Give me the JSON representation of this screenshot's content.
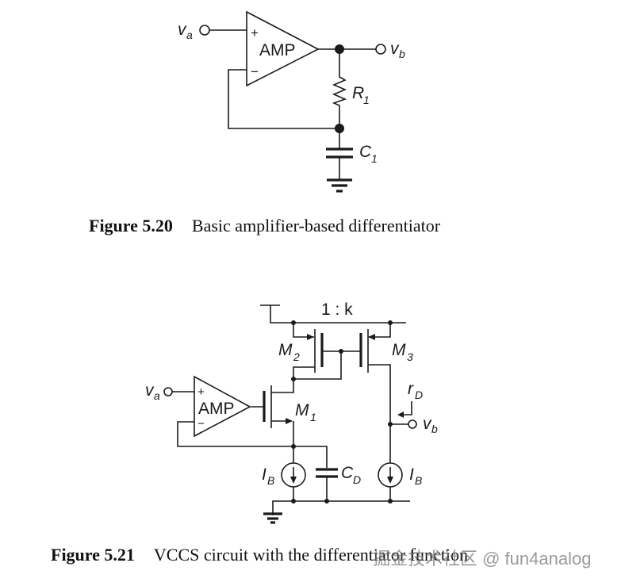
{
  "figures": [
    {
      "number": "Figure 5.20",
      "caption": "Basic amplifier-based differentiator",
      "labels": {
        "input": "v",
        "input_sub": "a",
        "output": "v",
        "output_sub": "b",
        "amp": "AMP",
        "plus": "+",
        "minus": "−",
        "resistor": "R",
        "resistor_sub": "1",
        "capacitor": "C",
        "capacitor_sub": "1"
      }
    },
    {
      "number": "Figure 5.21",
      "caption": "VCCS circuit with the differentiator function",
      "labels": {
        "ratio": "1 : k",
        "m2": "M",
        "m2_sub": "2",
        "m3": "M",
        "m3_sub": "3",
        "m1": "M",
        "m1_sub": "1",
        "input": "v",
        "input_sub": "a",
        "output": "v",
        "output_sub": "b",
        "amp": "AMP",
        "plus": "+",
        "minus": "−",
        "rd": "r",
        "rd_sub": "D",
        "ib1": "I",
        "ib1_sub": "B",
        "ib2": "I",
        "ib2_sub": "B",
        "cd": "C",
        "cd_sub": "D"
      }
    }
  ],
  "watermark": "掘金技术社区 @ fun4analog"
}
